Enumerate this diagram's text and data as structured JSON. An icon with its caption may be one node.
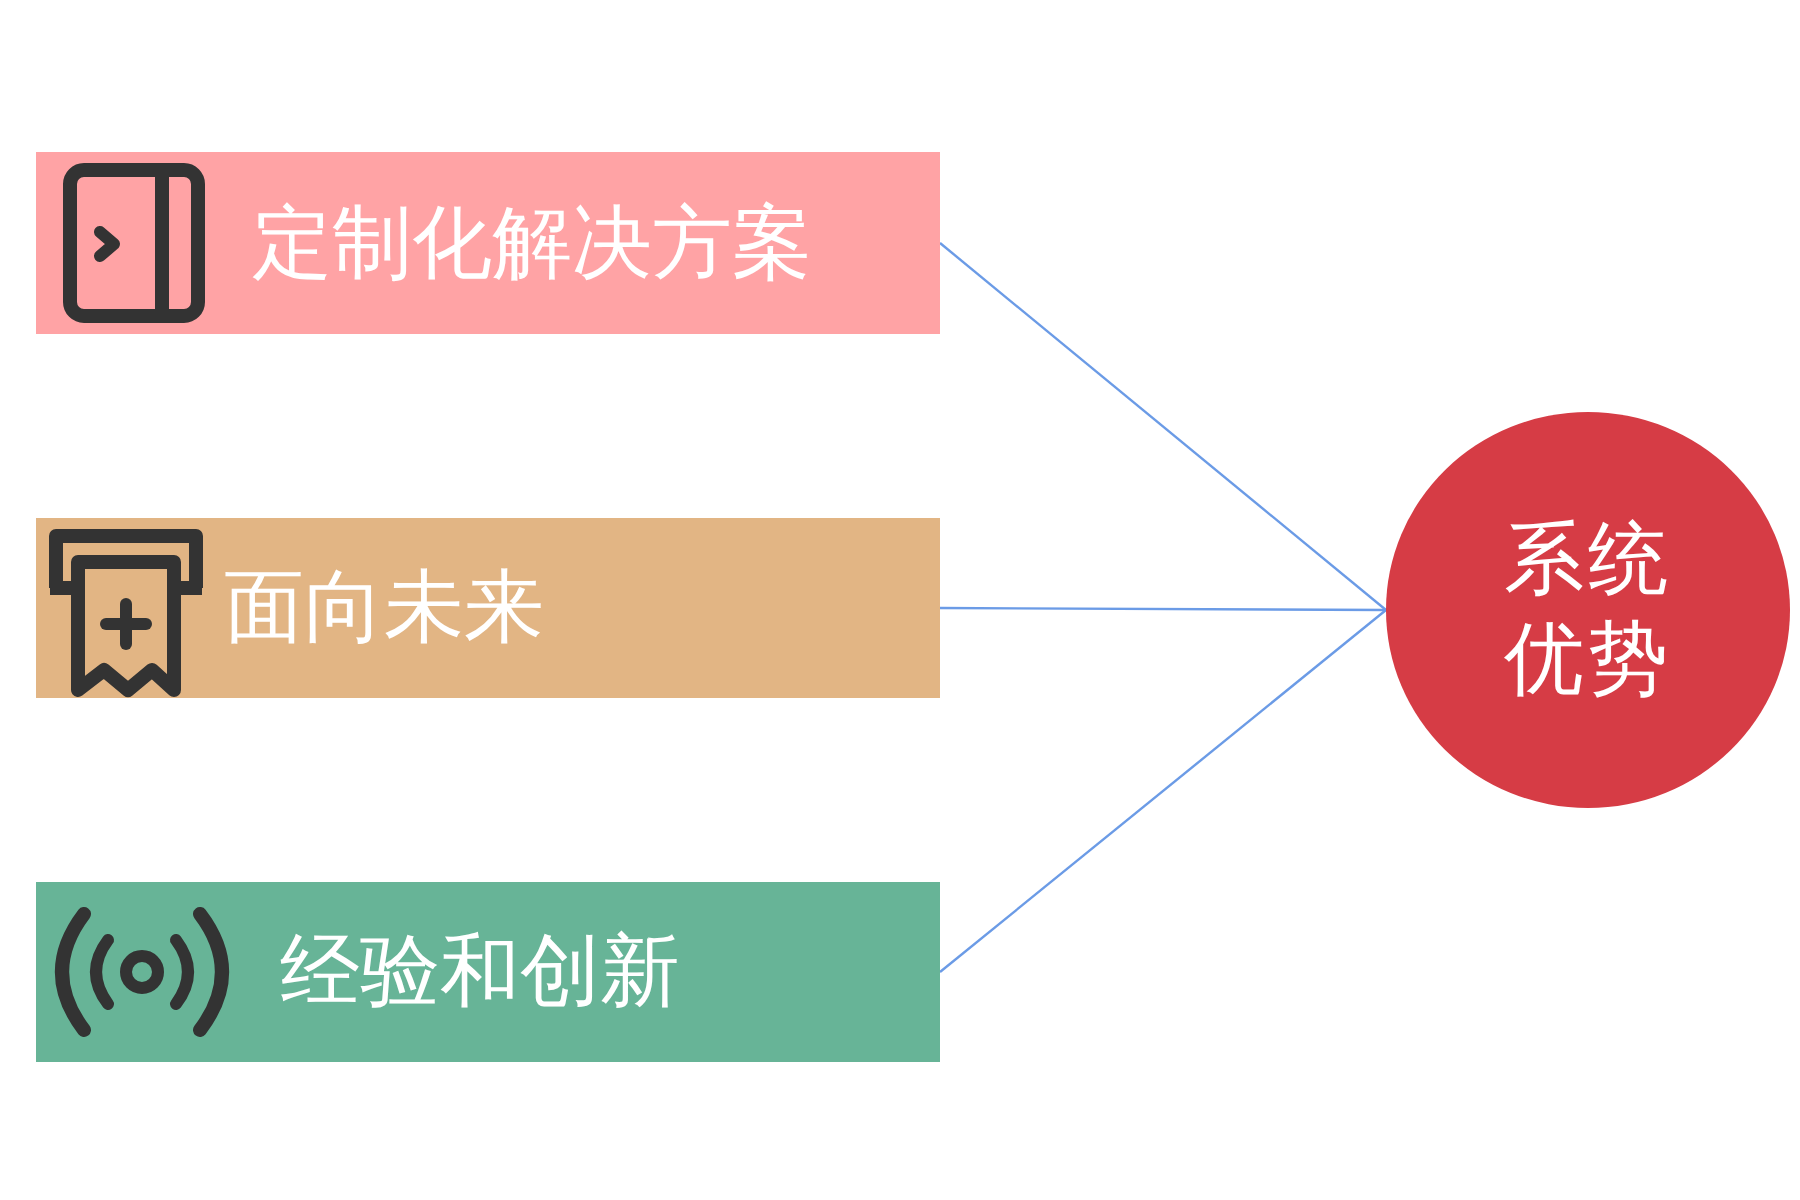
{
  "diagram": {
    "nodes": [
      {
        "text": [
          "定制化解决方案"
        ]
      },
      {
        "text": [
          "面向未来"
        ]
      },
      {
        "text": [
          "经验和创新"
        ]
      },
      {
        "text": [
          "系统优势"
        ]
      }
    ],
    "edges": [
      {
        "from": 0,
        "to": 3,
        "arrow": "none"
      },
      {
        "from": 1,
        "to": 3,
        "arrow": "none"
      },
      {
        "from": 2,
        "to": 3,
        "arrow": "none"
      }
    ]
  }
}
